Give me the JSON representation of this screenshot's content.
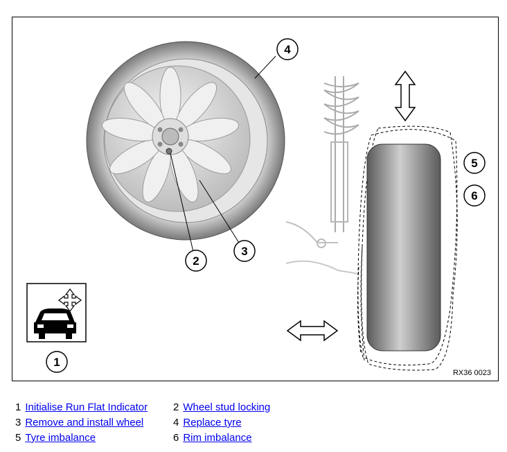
{
  "figure": {
    "code": "RX36 0023",
    "callouts": [
      "1",
      "2",
      "3",
      "4",
      "5",
      "6"
    ]
  },
  "legend": [
    {
      "num": "1",
      "label": "Initialise Run Flat Indicator"
    },
    {
      "num": "2",
      "label": "Wheel stud locking"
    },
    {
      "num": "3",
      "label": "Remove and install wheel"
    },
    {
      "num": "4",
      "label": "Replace tyre"
    },
    {
      "num": "5",
      "label": "Tyre imbalance"
    },
    {
      "num": "6",
      "label": "Rim imbalance"
    }
  ]
}
